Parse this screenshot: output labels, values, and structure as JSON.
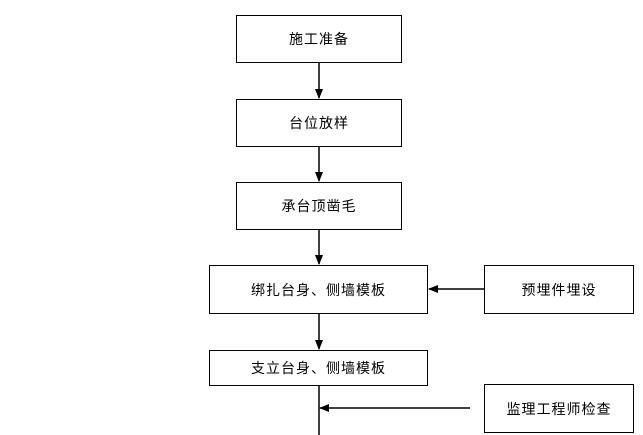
{
  "flowchart": {
    "steps": {
      "construction_preparation": "施工准备",
      "platform_layout": "台位放样",
      "cap_top_roughening": "承台顶凿毛",
      "bind_body_sidewall_formwork": "绑扎台身、侧墙模板",
      "embedded_parts": "预埋件埋设",
      "erect_body_sidewall_formwork": "支立台身、侧墙模板",
      "supervisor_inspection": "监理工程师检查"
    },
    "line_color": "#000000"
  }
}
